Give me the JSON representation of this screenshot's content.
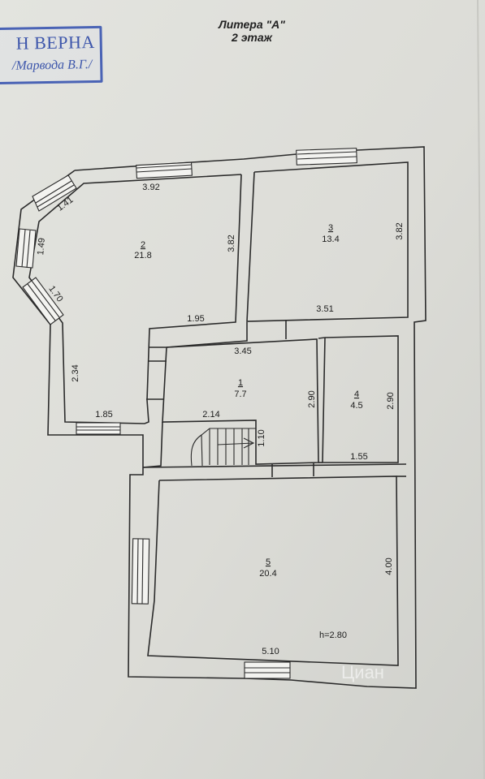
{
  "header": {
    "title": "Литера \"А\"",
    "floor": "2 этаж"
  },
  "stamp": {
    "line1": "Н ВЕРНА",
    "line2": "/Марвода В.Г./"
  },
  "rooms": [
    {
      "id": "2",
      "area": "21.8"
    },
    {
      "id": "3",
      "area": "13.4"
    },
    {
      "id": "1",
      "area": "7.7"
    },
    {
      "id": "4",
      "area": "4.5"
    },
    {
      "id": "5",
      "area": "20.4"
    }
  ],
  "dimensions": {
    "r2_top": "3.92",
    "r2_bay_upper": "1.41",
    "r2_bay_mid": "1.49",
    "r2_bay_lower": "1.70",
    "r2_right": "3.82",
    "r2_bottom_upper": "1.95",
    "r2_left_lower": "2.34",
    "r2_bottom": "1.85",
    "r3_right": "3.82",
    "r3_bottom": "3.51",
    "r1_top": "3.45",
    "r1_right": "2.90",
    "stair_width": "2.14",
    "stair_depth": "1.10",
    "r4_right": "2.90",
    "r4_bottom": "1.55",
    "r5_right": "4.00",
    "r5_bottom": "5.10"
  },
  "height": "h=2.80",
  "watermark": "Циан"
}
